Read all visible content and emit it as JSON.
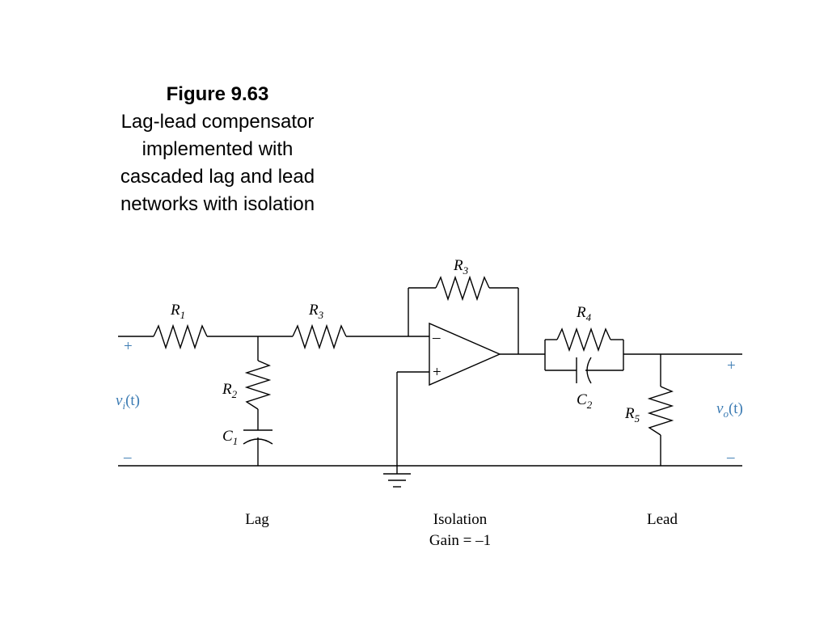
{
  "caption": {
    "figure": "Figure 9.63",
    "lines": [
      "Lag-lead compensator",
      "implemented with",
      "cascaded lag and lead",
      "networks with isolation"
    ]
  },
  "components": {
    "r1": {
      "sym": "R",
      "sub": "1"
    },
    "r2": {
      "sym": "R",
      "sub": "2"
    },
    "r3_in": {
      "sym": "R",
      "sub": "3"
    },
    "r3_fb": {
      "sym": "R",
      "sub": "3"
    },
    "r4": {
      "sym": "R",
      "sub": "4"
    },
    "r5": {
      "sym": "R",
      "sub": "5"
    },
    "c1": {
      "sym": "C",
      "sub": "1"
    },
    "c2": {
      "sym": "C",
      "sub": "2"
    }
  },
  "opamp": {
    "minus": "–",
    "plus": "+"
  },
  "ports": {
    "input": {
      "plus": "+",
      "minus": "–",
      "sym": "v",
      "sub": "i",
      "arg": "(t)"
    },
    "output": {
      "plus": "+",
      "minus": "–",
      "sym": "v",
      "sub": "o",
      "arg": "(t)"
    }
  },
  "sections": {
    "lag": "Lag",
    "isolation": "Isolation",
    "gain": "Gain = –1",
    "lead": "Lead"
  },
  "colors": {
    "port_labels": "#3b7bb3",
    "wires": "#000000"
  }
}
